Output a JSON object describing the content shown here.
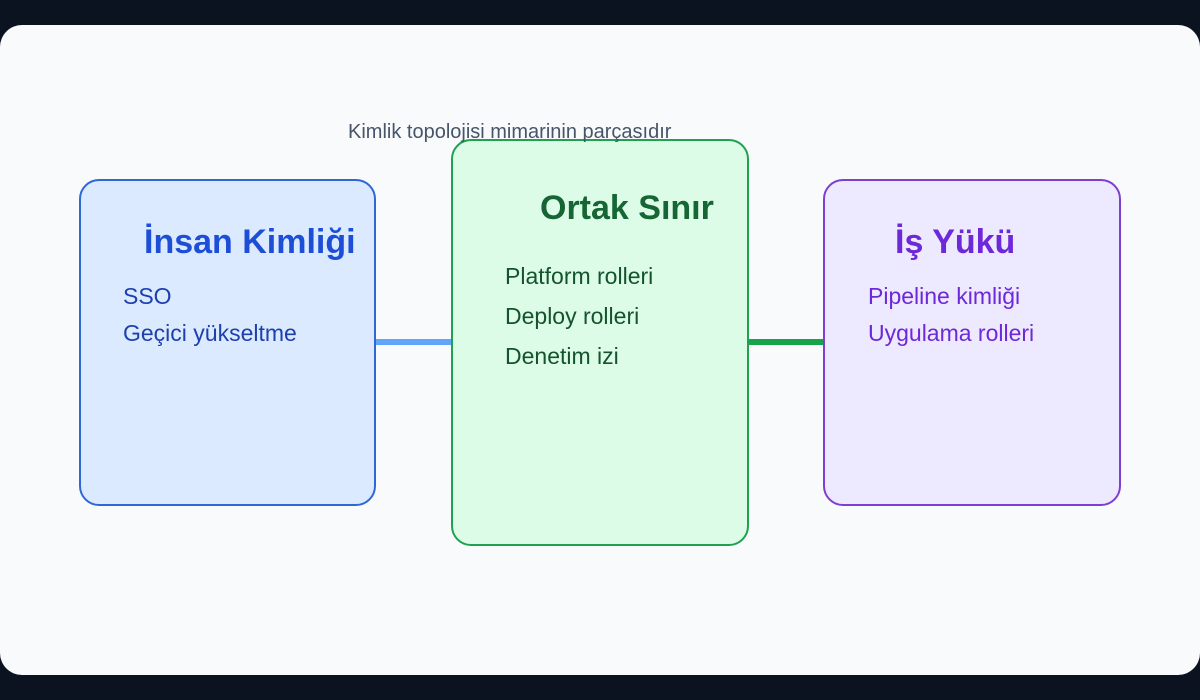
{
  "caption": "Kimlik topolojisi mimarinin parçasıdır",
  "colors": {
    "human_fill": "#dbeafe",
    "human_border": "#2f68d5",
    "human_title": "#1d4ed8",
    "human_text": "#1e40af",
    "shared_fill": "#dcfce7",
    "shared_border": "#22a052",
    "shared_title": "#166534",
    "shared_text": "#14532d",
    "workload_fill": "#ede9fe",
    "workload_border": "#7e3fd0",
    "workload_title": "#6d28d9",
    "workload_text": "#6d28d9",
    "connector_left": "#60a5fa",
    "connector_right": "#16a34a"
  },
  "boxes": {
    "human": {
      "title": "İnsan Kimliği",
      "items": [
        "SSO",
        "Geçici yükseltme"
      ]
    },
    "shared": {
      "title": "Ortak Sınır",
      "items": [
        "Platform rolleri",
        "Deploy rolleri",
        "Denetim izi"
      ]
    },
    "workload": {
      "title": "İş Yükü",
      "items": [
        "Pipeline kimliği",
        "Uygulama rolleri"
      ]
    }
  }
}
